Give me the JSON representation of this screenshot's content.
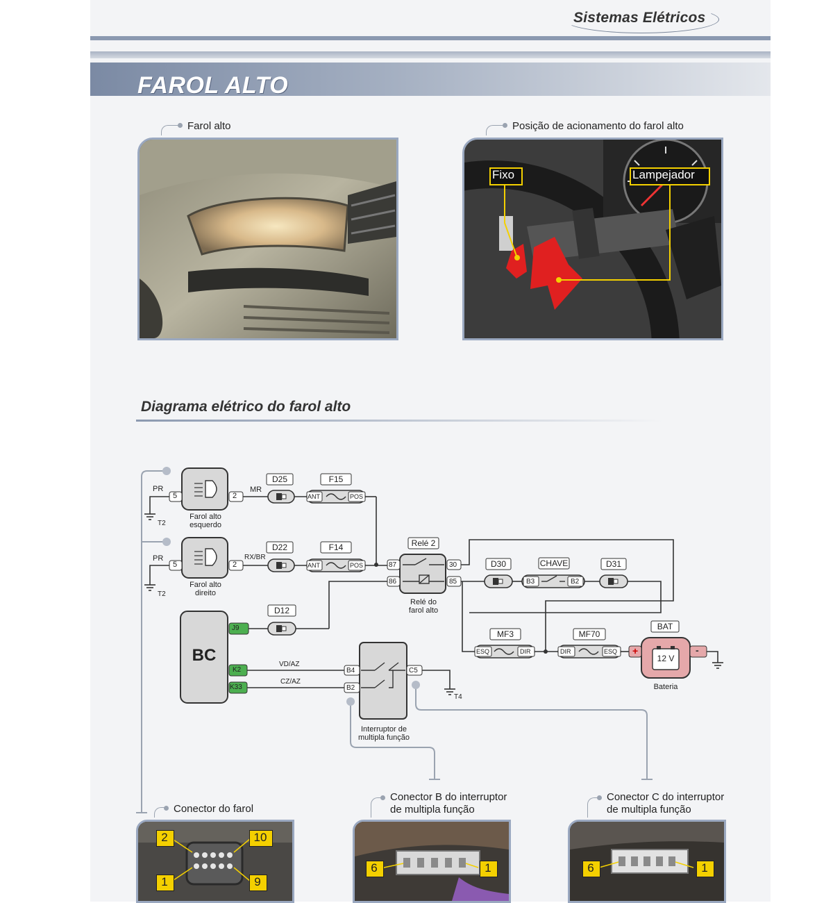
{
  "header": {
    "section_name": "Sistemas Elétricos"
  },
  "page_title": "FAROL ALTO",
  "photos": {
    "headlight": {
      "caption": "Farol alto"
    },
    "stalk": {
      "caption": "Posição de acionamento do farol alto",
      "label_fixo": "Fixo",
      "label_lampejador": "Lampejador"
    }
  },
  "diagram": {
    "title": "Diagrama elétrico do farol alto",
    "lamp_left": {
      "label_line1": "Farol alto",
      "label_line2": "esquerdo",
      "wire_ground": "PR",
      "pin_ground": "5",
      "pin_feed": "2",
      "ground_tag": "T2",
      "wire_feed": "MR"
    },
    "lamp_right": {
      "label_line1": "Farol alto",
      "label_line2": "direito",
      "wire_ground": "PR",
      "pin_ground": "5",
      "pin_feed": "2",
      "ground_tag": "T2",
      "wire_feed": "RX/BR"
    },
    "connectors": [
      "D25",
      "D22",
      "D12",
      "D30",
      "D31"
    ],
    "fuses": {
      "f15": "F15",
      "f14": "F14",
      "mf3": "MF3",
      "mf70": "MF70"
    },
    "fuse_pins": {
      "ant": "ANT",
      "pos": "POS",
      "esq": "ESQ",
      "dir": "DIR"
    },
    "relay": {
      "title": "Relé 2",
      "label_line1": "Relé do",
      "label_line2": "farol alto",
      "pins": [
        "87",
        "86",
        "30",
        "85"
      ]
    },
    "key": {
      "title": "CHAVE",
      "pin_in": "B3",
      "pin_out": "B2"
    },
    "bc": {
      "label": "BC",
      "pins": [
        "J9",
        "K2",
        "K33"
      ]
    },
    "wires": {
      "k2": "VD/AZ",
      "k33": "CZ/AZ"
    },
    "switch": {
      "label_line1": "Interruptor de",
      "label_line2": "multipla função",
      "pins": [
        "B4",
        "B2",
        "C5"
      ],
      "ground_tag": "T4"
    },
    "battery": {
      "title": "BAT",
      "voltage": "12 V",
      "label": "Bateria",
      "plus": "+",
      "minus": "-"
    }
  },
  "connector_photos": {
    "farol": {
      "caption": "Conector do farol",
      "pins": [
        "2",
        "10",
        "1",
        "9"
      ]
    },
    "b": {
      "caption_line1": "Conector B do interruptor",
      "caption_line2": "de multipla função",
      "pins": [
        "6",
        "1"
      ]
    },
    "c": {
      "caption_line1": "Conector C do interruptor",
      "caption_line2": "de multipla função",
      "pins": [
        "6",
        "1"
      ]
    }
  },
  "colors": {
    "accent": "#8b99b0",
    "highlight": "#f4d000",
    "arrow": "#e02020",
    "battery": "#e5a8aa",
    "bc_pin": "#4caf50"
  }
}
